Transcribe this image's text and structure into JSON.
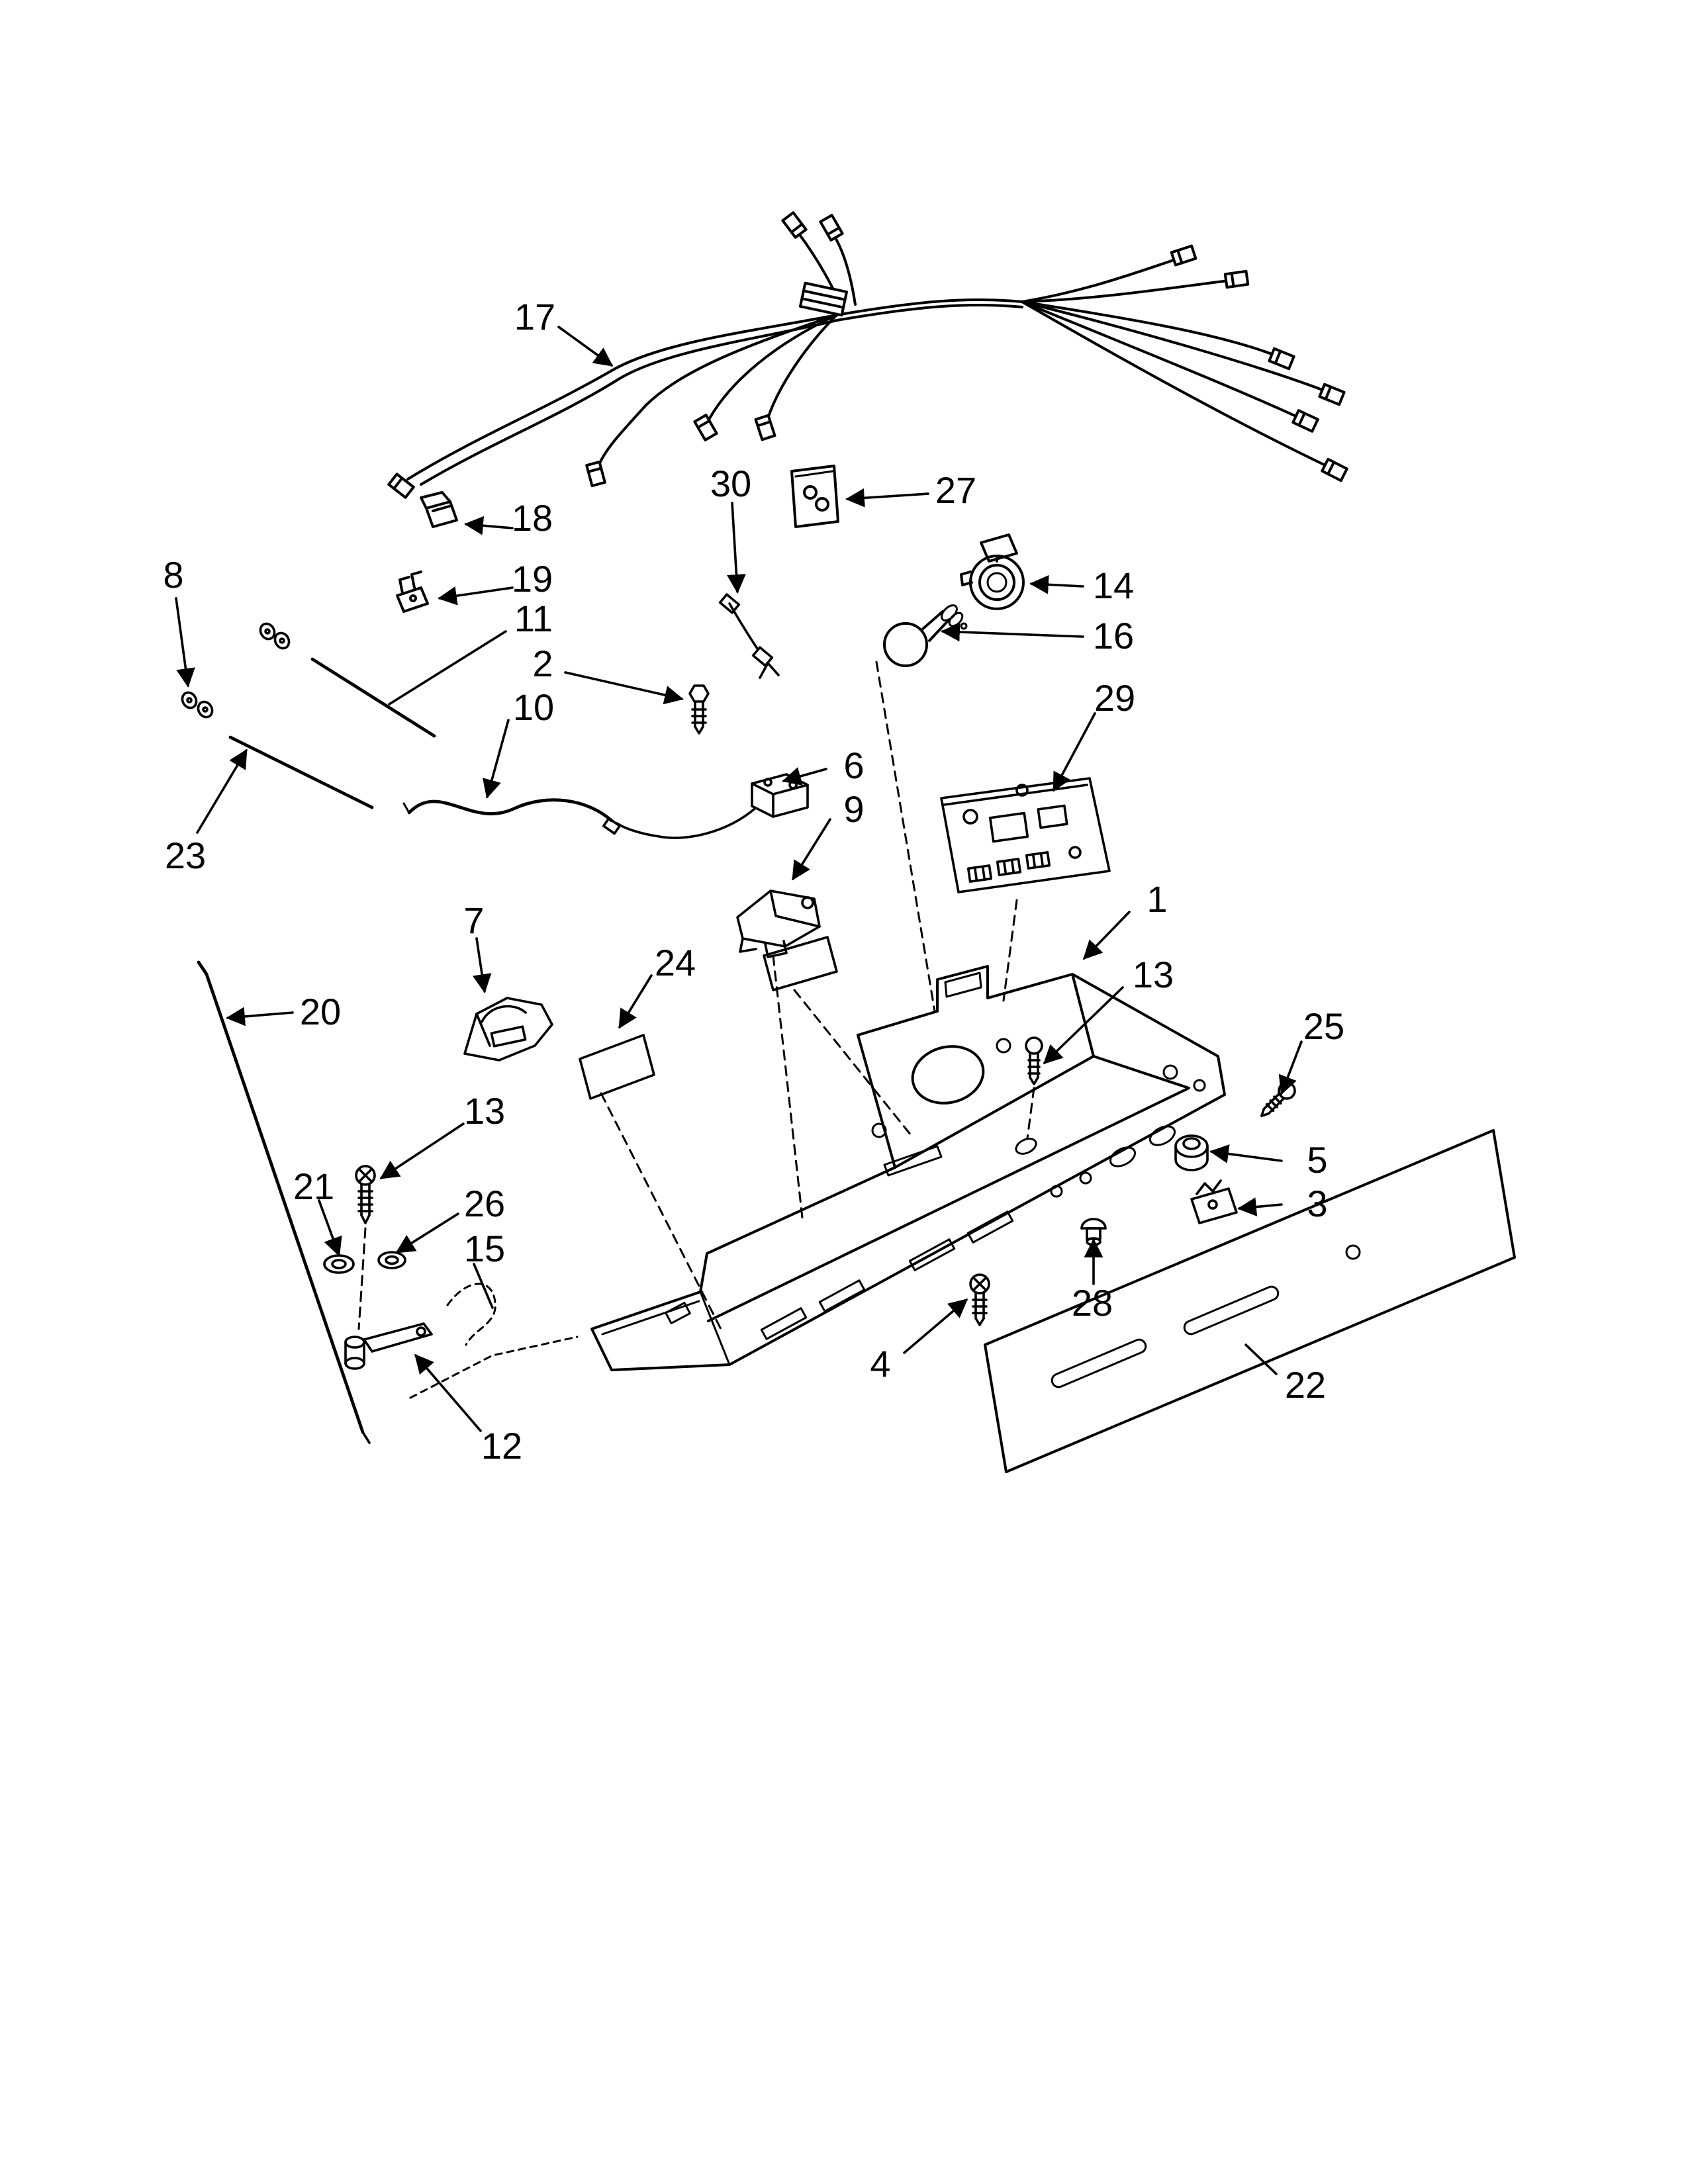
{
  "diagram": {
    "colors": {
      "background": "#ffffff",
      "line": "#000000"
    },
    "callouts": [
      {
        "label": "17"
      },
      {
        "label": "18"
      },
      {
        "label": "19"
      },
      {
        "label": "8"
      },
      {
        "label": "30"
      },
      {
        "label": "27"
      },
      {
        "label": "14"
      },
      {
        "label": "16"
      },
      {
        "label": "11"
      },
      {
        "label": "2"
      },
      {
        "label": "10"
      },
      {
        "label": "29"
      },
      {
        "label": "6"
      },
      {
        "label": "9"
      },
      {
        "label": "23"
      },
      {
        "label": "7"
      },
      {
        "label": "24"
      },
      {
        "label": "1"
      },
      {
        "label": "13"
      },
      {
        "label": "20"
      },
      {
        "label": "25"
      },
      {
        "label": "5"
      },
      {
        "label": "3"
      },
      {
        "label": "13"
      },
      {
        "label": "21"
      },
      {
        "label": "26"
      },
      {
        "label": "15"
      },
      {
        "label": "12"
      },
      {
        "label": "28"
      },
      {
        "label": "4"
      },
      {
        "label": "22"
      }
    ]
  }
}
